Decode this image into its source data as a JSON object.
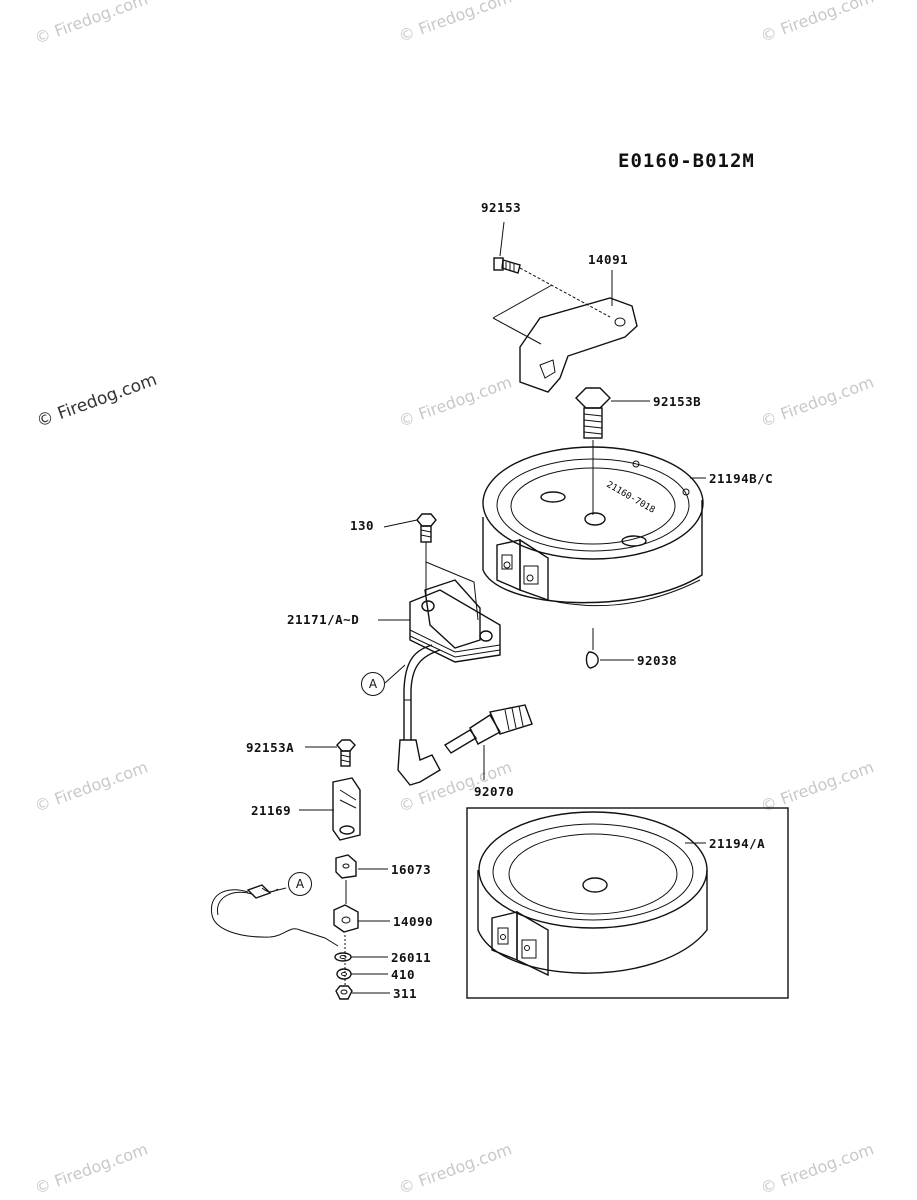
{
  "diagram_code": "E0160-B012M",
  "watermark": "© Firedog.com",
  "callout_letter": "A",
  "parts": {
    "p92153": "92153",
    "p14091": "14091",
    "p92153B": "92153B",
    "p21194BC": "21194B/C",
    "p130": "130",
    "p21171": "21171/A~D",
    "p92038": "92038",
    "p92153A": "92153A",
    "p92070": "92070",
    "p21169": "21169",
    "p21194A": "21194/A",
    "p16073": "16073",
    "p14090": "14090",
    "p26011": "26011",
    "p410": "410",
    "p311": "311"
  },
  "flywheel_stamp": "21160-7018"
}
